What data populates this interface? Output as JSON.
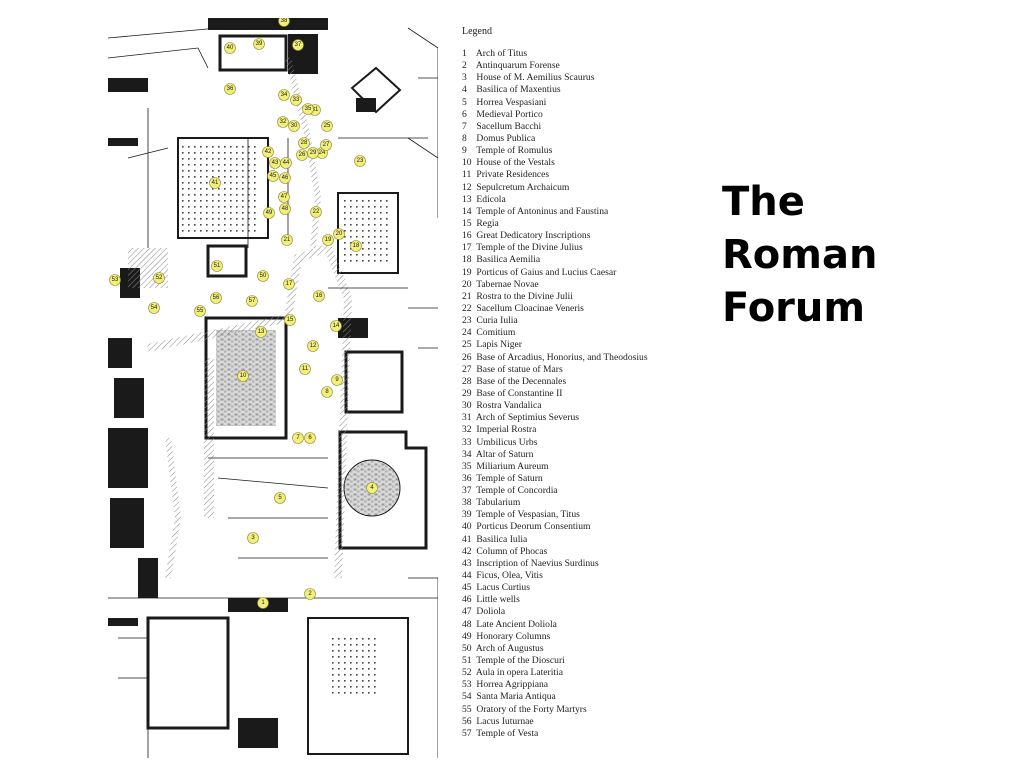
{
  "legend": {
    "title": "Legend",
    "items": [
      {
        "num": "1",
        "label": "Arch of Titus"
      },
      {
        "num": "2",
        "label": "Antinquarum Forense"
      },
      {
        "num": "3",
        "label": "House of M. Aemilius Scaurus"
      },
      {
        "num": "4",
        "label": "Basilica of Maxentius"
      },
      {
        "num": "5",
        "label": "Horrea Vespasiani"
      },
      {
        "num": "6",
        "label": "Medieval Portico"
      },
      {
        "num": "7",
        "label": "Sacellum Bacchi"
      },
      {
        "num": "8",
        "label": "Domus Publica"
      },
      {
        "num": "9",
        "label": "Temple of Romulus"
      },
      {
        "num": "10",
        "label": "House of the Vestals"
      },
      {
        "num": "11",
        "label": "Private Residences"
      },
      {
        "num": "12",
        "label": "Sepulcretum Archaicum"
      },
      {
        "num": "13",
        "label": "Edicola"
      },
      {
        "num": "14",
        "label": "Temple of Antoninus and Faustina"
      },
      {
        "num": "15",
        "label": "Regia"
      },
      {
        "num": "16",
        "label": "Great Dedicatory Inscriptions"
      },
      {
        "num": "17",
        "label": "Temple of the Divine Julius"
      },
      {
        "num": "18",
        "label": "Basilica Aemilia"
      },
      {
        "num": "19",
        "label": "Porticus of Gaius and Lucius Caesar"
      },
      {
        "num": "20",
        "label": "Tabernae Novae"
      },
      {
        "num": "21",
        "label": "Rostra to the Divine Julii"
      },
      {
        "num": "22",
        "label": "Sacellum Cloacinae Veneris"
      },
      {
        "num": "23",
        "label": "Curia Iulia"
      },
      {
        "num": "24",
        "label": "Comitium"
      },
      {
        "num": "25",
        "label": "Lapis Niger"
      },
      {
        "num": "26",
        "label": "Base of Arcadius, Honorius, and Theodosius"
      },
      {
        "num": "27",
        "label": "Base of statue of Mars"
      },
      {
        "num": "28",
        "label": "Base of the Decennales"
      },
      {
        "num": "29",
        "label": "Base of Constantine II"
      },
      {
        "num": "30",
        "label": "Rostra Vandalica"
      },
      {
        "num": "31",
        "label": "Arch of Septimius Severus"
      },
      {
        "num": "32",
        "label": "Imperial Rostra"
      },
      {
        "num": "33",
        "label": "Umbilicus Urbs"
      },
      {
        "num": "34",
        "label": "Altar of Saturn"
      },
      {
        "num": "35",
        "label": "Miliarium Aureum"
      },
      {
        "num": "36",
        "label": "Temple of Saturn"
      },
      {
        "num": "37",
        "label": "Temple of Concordia"
      },
      {
        "num": "38",
        "label": "Tabularium"
      },
      {
        "num": "39",
        "label": "Temple of Vespasian, Titus"
      },
      {
        "num": "40",
        "label": "Porticus Deorum Consentium"
      },
      {
        "num": "41",
        "label": "Basilica Iulia"
      },
      {
        "num": "42",
        "label": "Column of Phocas"
      },
      {
        "num": "43",
        "label": "Inscription of Naevius Surdinus"
      },
      {
        "num": "44",
        "label": "Ficus, Olea, Vitis"
      },
      {
        "num": "45",
        "label": "Lacus Curtius"
      },
      {
        "num": "46",
        "label": "Little wells"
      },
      {
        "num": "47",
        "label": "Doliola"
      },
      {
        "num": "48",
        "label": "Late Ancient Doliola"
      },
      {
        "num": "49",
        "label": "Honorary Columns"
      },
      {
        "num": "50",
        "label": "Arch of Augustus"
      },
      {
        "num": "51",
        "label": "Temple of the Dioscuri"
      },
      {
        "num": "52",
        "label": "Aula in opera Lateritia"
      },
      {
        "num": "53",
        "label": "Horrea Agrippiana"
      },
      {
        "num": "54",
        "label": "Santa Maria Antiqua"
      },
      {
        "num": "55",
        "label": "Oratory of the Forty Martyrs"
      },
      {
        "num": "56",
        "label": "Lacus Iuturnae"
      },
      {
        "num": "57",
        "label": "Temple of Vesta"
      }
    ]
  },
  "title": {
    "line1": "The",
    "line2": "Roman",
    "line3": "Forum"
  },
  "map": {
    "markers": [
      "1",
      "2",
      "3",
      "4",
      "5",
      "6",
      "7",
      "8",
      "9",
      "10",
      "11",
      "12",
      "13",
      "14",
      "15",
      "16",
      "17",
      "18",
      "19",
      "20",
      "21",
      "22",
      "23",
      "24",
      "25",
      "26",
      "27",
      "28",
      "29",
      "30",
      "31",
      "32",
      "33",
      "34",
      "35",
      "36",
      "37",
      "38",
      "39",
      "40",
      "41",
      "42",
      "43",
      "44",
      "45",
      "46",
      "47",
      "48",
      "49",
      "50",
      "51",
      "52",
      "53",
      "54",
      "55",
      "56",
      "57"
    ],
    "colors": {
      "marker_fill": "#f2ee7a",
      "ink": "#1a1a1a",
      "hatch": "#777777"
    }
  }
}
